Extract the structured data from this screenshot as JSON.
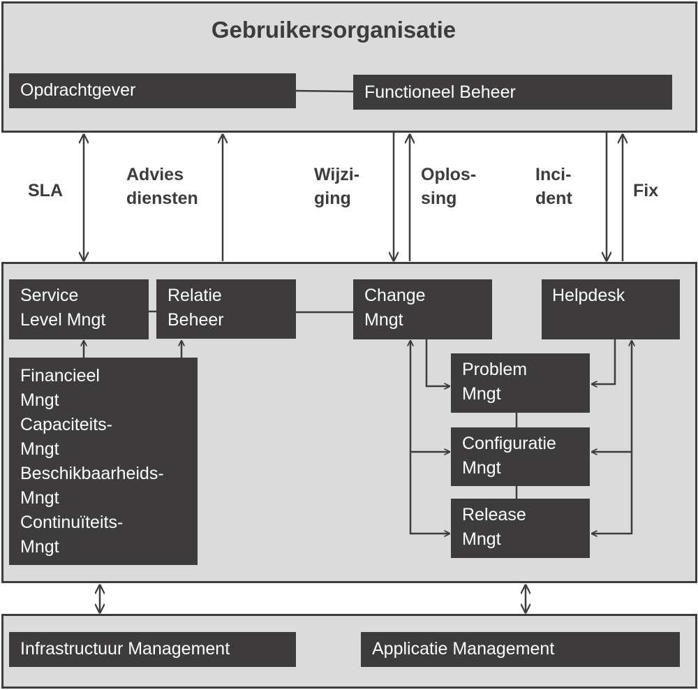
{
  "top": {
    "title": "Gebruikersorganisatie",
    "opdrachtgever": "Opdrachtgever",
    "functioneel_beheer": "Functioneel Beheer"
  },
  "labels": {
    "sla": "SLA",
    "advies": [
      "Advies",
      "diensten"
    ],
    "wijziging": [
      "Wijzi-",
      "ging"
    ],
    "oplossing": [
      "Oplos-",
      "sing"
    ],
    "incident": [
      "Inci-",
      "dent"
    ],
    "fix": "Fix"
  },
  "middle": {
    "slm": [
      "Service",
      "Level Mngt"
    ],
    "relatie": [
      "Relatie",
      "Beheer"
    ],
    "change": [
      "Change",
      "Mngt"
    ],
    "helpdesk": "Helpdesk",
    "problem": [
      "Problem",
      "Mngt"
    ],
    "configuratie": [
      "Configuratie",
      "Mngt"
    ],
    "release": [
      "Release",
      "Mngt"
    ],
    "financieel": [
      "Financieel",
      "Mngt",
      "Capaciteits-",
      "Mngt",
      "Beschikbaarheids-",
      "Mngt",
      "Continuïteits-",
      "Mngt"
    ]
  },
  "bottom": {
    "infra": "Infrastructuur Management",
    "applicatie": "Applicatie Management"
  },
  "colors": {
    "panel": "#dcdbdc",
    "box": "#3d3b3c",
    "text_light": "#ffffff",
    "text_dark": "#3d3b3c"
  }
}
